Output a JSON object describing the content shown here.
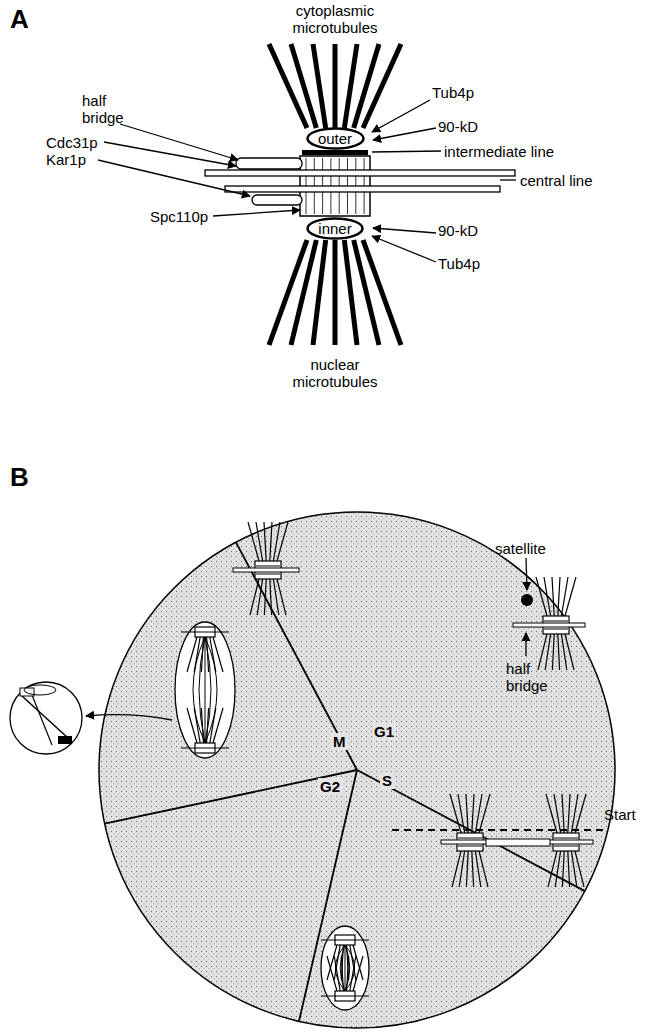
{
  "diagram": {
    "nodes": [
      {
        "text": [
          "outer"
        ]
      },
      {
        "text": [
          "inner"
        ]
      }
    ],
    "labels": [
      "A",
      "cytoplasmic microtubules",
      "half bridge",
      "Cdc31p",
      "Kar1p",
      "Tub4p",
      "90-kD",
      "intermediate line",
      "central line",
      "Spc110p",
      "90-kD",
      "Tub4p",
      "nuclear microtubules",
      "B",
      "satellite",
      "half bridge",
      "M",
      "G1",
      "G2",
      "S",
      "Start"
    ]
  }
}
